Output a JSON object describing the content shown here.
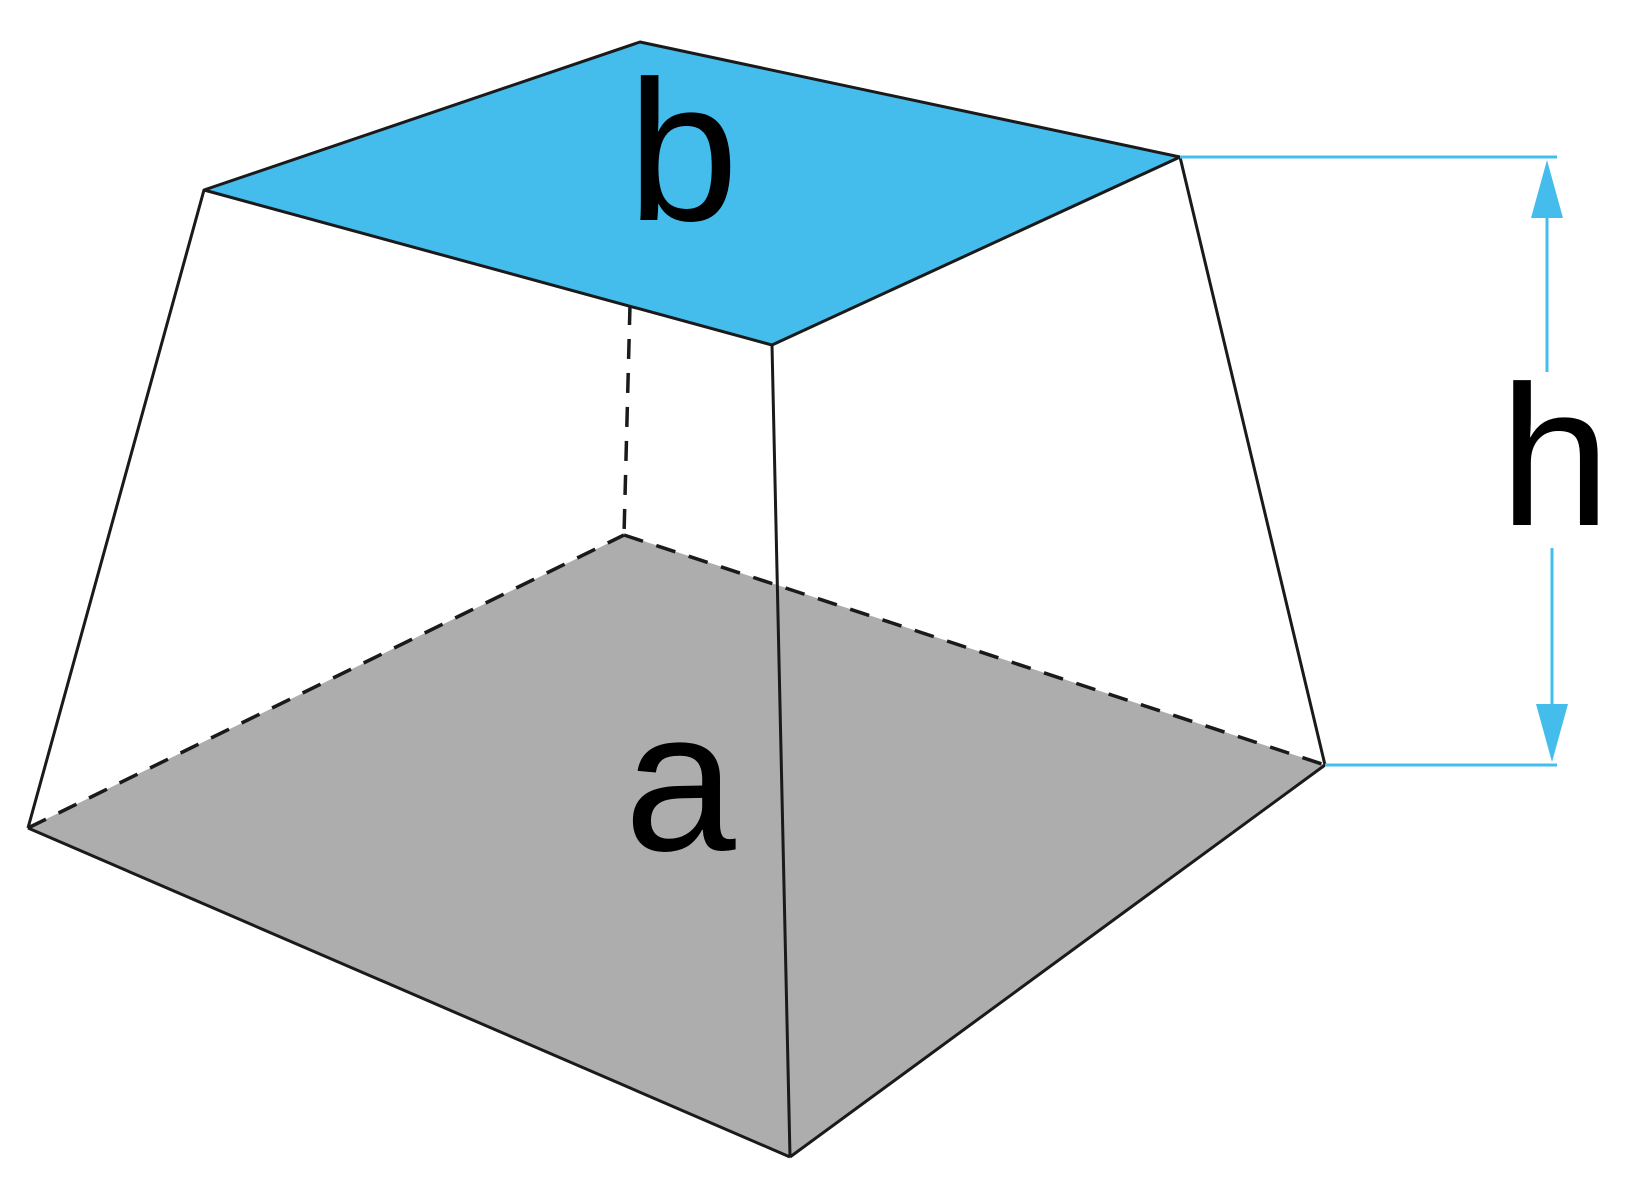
{
  "diagram": {
    "labels": {
      "bottom_base": "a",
      "top_base": "b",
      "height": "h"
    },
    "colors": {
      "top_face": "#45bdec",
      "bottom_face": "#adadad",
      "dimension": "#45bdec",
      "edges": "#1a1a1a"
    }
  }
}
